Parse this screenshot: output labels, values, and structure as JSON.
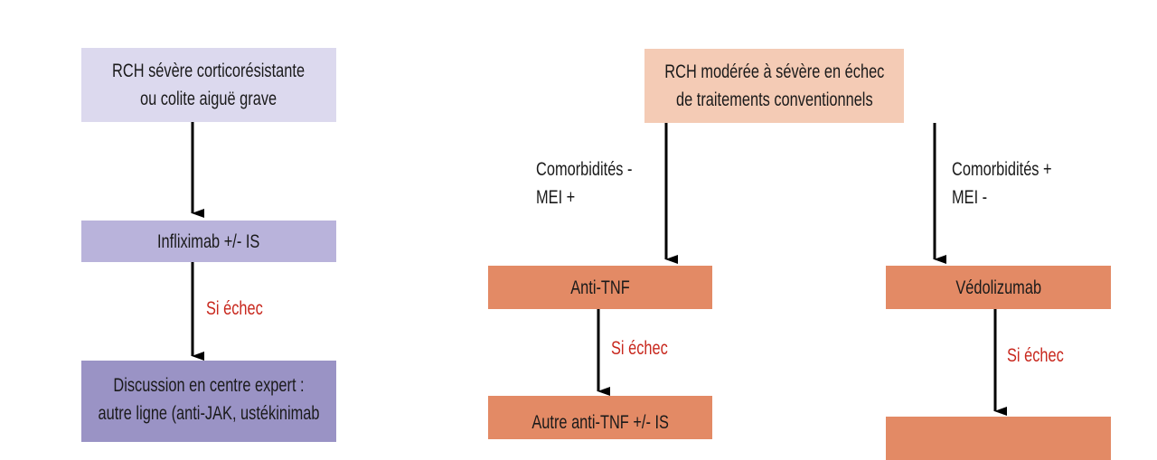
{
  "left": {
    "start": [
      "RCH sévère corticorésistante",
      "ou colite aiguë grave"
    ],
    "step2": "Infliximab +/- IS",
    "fail_label": "Si échec",
    "step3": [
      "Discussion en centre expert :",
      "autre ligne (anti-JAK, ustékinimab"
    ]
  },
  "right": {
    "start": [
      "RCH modérée à sévère en échec",
      "de traitements conventionnels"
    ],
    "branch_a": {
      "condition": [
        "Comorbidités -",
        "MEI +"
      ],
      "treatment": "Anti-TNF",
      "fail_label": "Si échec",
      "next": "Autre anti-TNF +/- IS"
    },
    "branch_b": {
      "condition": [
        "Comorbidités +",
        "MEI -"
      ],
      "treatment": "Védolizumab",
      "fail_label": "Si échec",
      "next": ""
    }
  },
  "colors": {
    "lavender_light": "#dcd9ee",
    "lavender_mid": "#b9b3db",
    "lavender_dark": "#9a93c5",
    "peach": "#f4cbb5",
    "orange": "#e38a65",
    "fail_red": "#c8281e"
  }
}
